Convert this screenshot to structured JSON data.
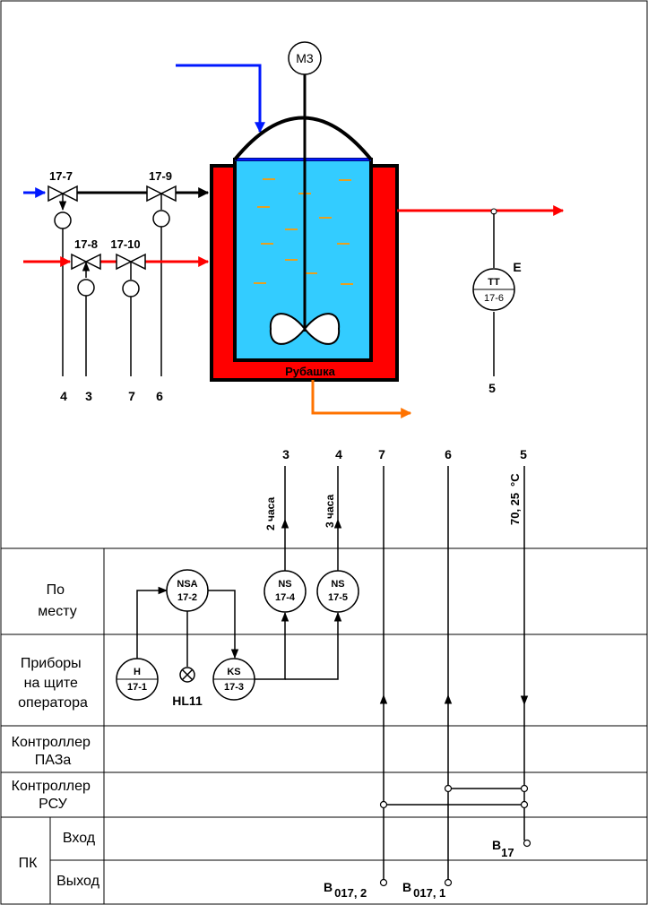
{
  "motor": "M3",
  "jacket_label": "Рубашка",
  "valves": {
    "v1": "17-7",
    "v2": "17-9",
    "v3": "17-8",
    "v4": "17-10"
  },
  "line_numbers": {
    "n4": "4",
    "n3": "3",
    "n7": "7",
    "n6": "6",
    "n5": "5"
  },
  "temp_transmitter": {
    "tag": "TT",
    "num": "17-6",
    "letter": "E"
  },
  "signal_columns": {
    "c3": "3",
    "c4": "4",
    "c7": "7",
    "c6": "6",
    "c5": "5"
  },
  "annotations": {
    "time_2h": "2 часа",
    "time_3h": "3 часа",
    "setpoint": "70, 25",
    "degree_unit": "°С"
  },
  "table_rows": {
    "local": "По месту",
    "operator_panel": "Приборы на щите оператора",
    "paz_controller": "Контроллер ПАЗа",
    "rsu_controller": "Контроллер РСУ",
    "pc": "ПК",
    "pc_in": "Вход",
    "pc_out": "Выход"
  },
  "instruments": {
    "nsa": {
      "tag": "NSA",
      "num": "17-2"
    },
    "ns1": {
      "tag": "NS",
      "num": "17-4"
    },
    "ns2": {
      "tag": "NS",
      "num": "17-5"
    },
    "h": {
      "tag": "H",
      "num": "17-1"
    },
    "ks": {
      "tag": "KS",
      "num": "17-3"
    },
    "lamp": "HL11"
  },
  "io_labels": {
    "in": {
      "base": "В",
      "sub": "17"
    },
    "out1": {
      "base": "В",
      "sub": "017, 2"
    },
    "out2": {
      "base": "В",
      "sub": "017, 1"
    }
  },
  "colors": {
    "blue_line": "#0018ff",
    "red_line": "#ff0000",
    "orange_line": "#ff7300",
    "liquid": "#33ccff",
    "jacket": "#ff0000",
    "bubble": "#e6a020"
  }
}
